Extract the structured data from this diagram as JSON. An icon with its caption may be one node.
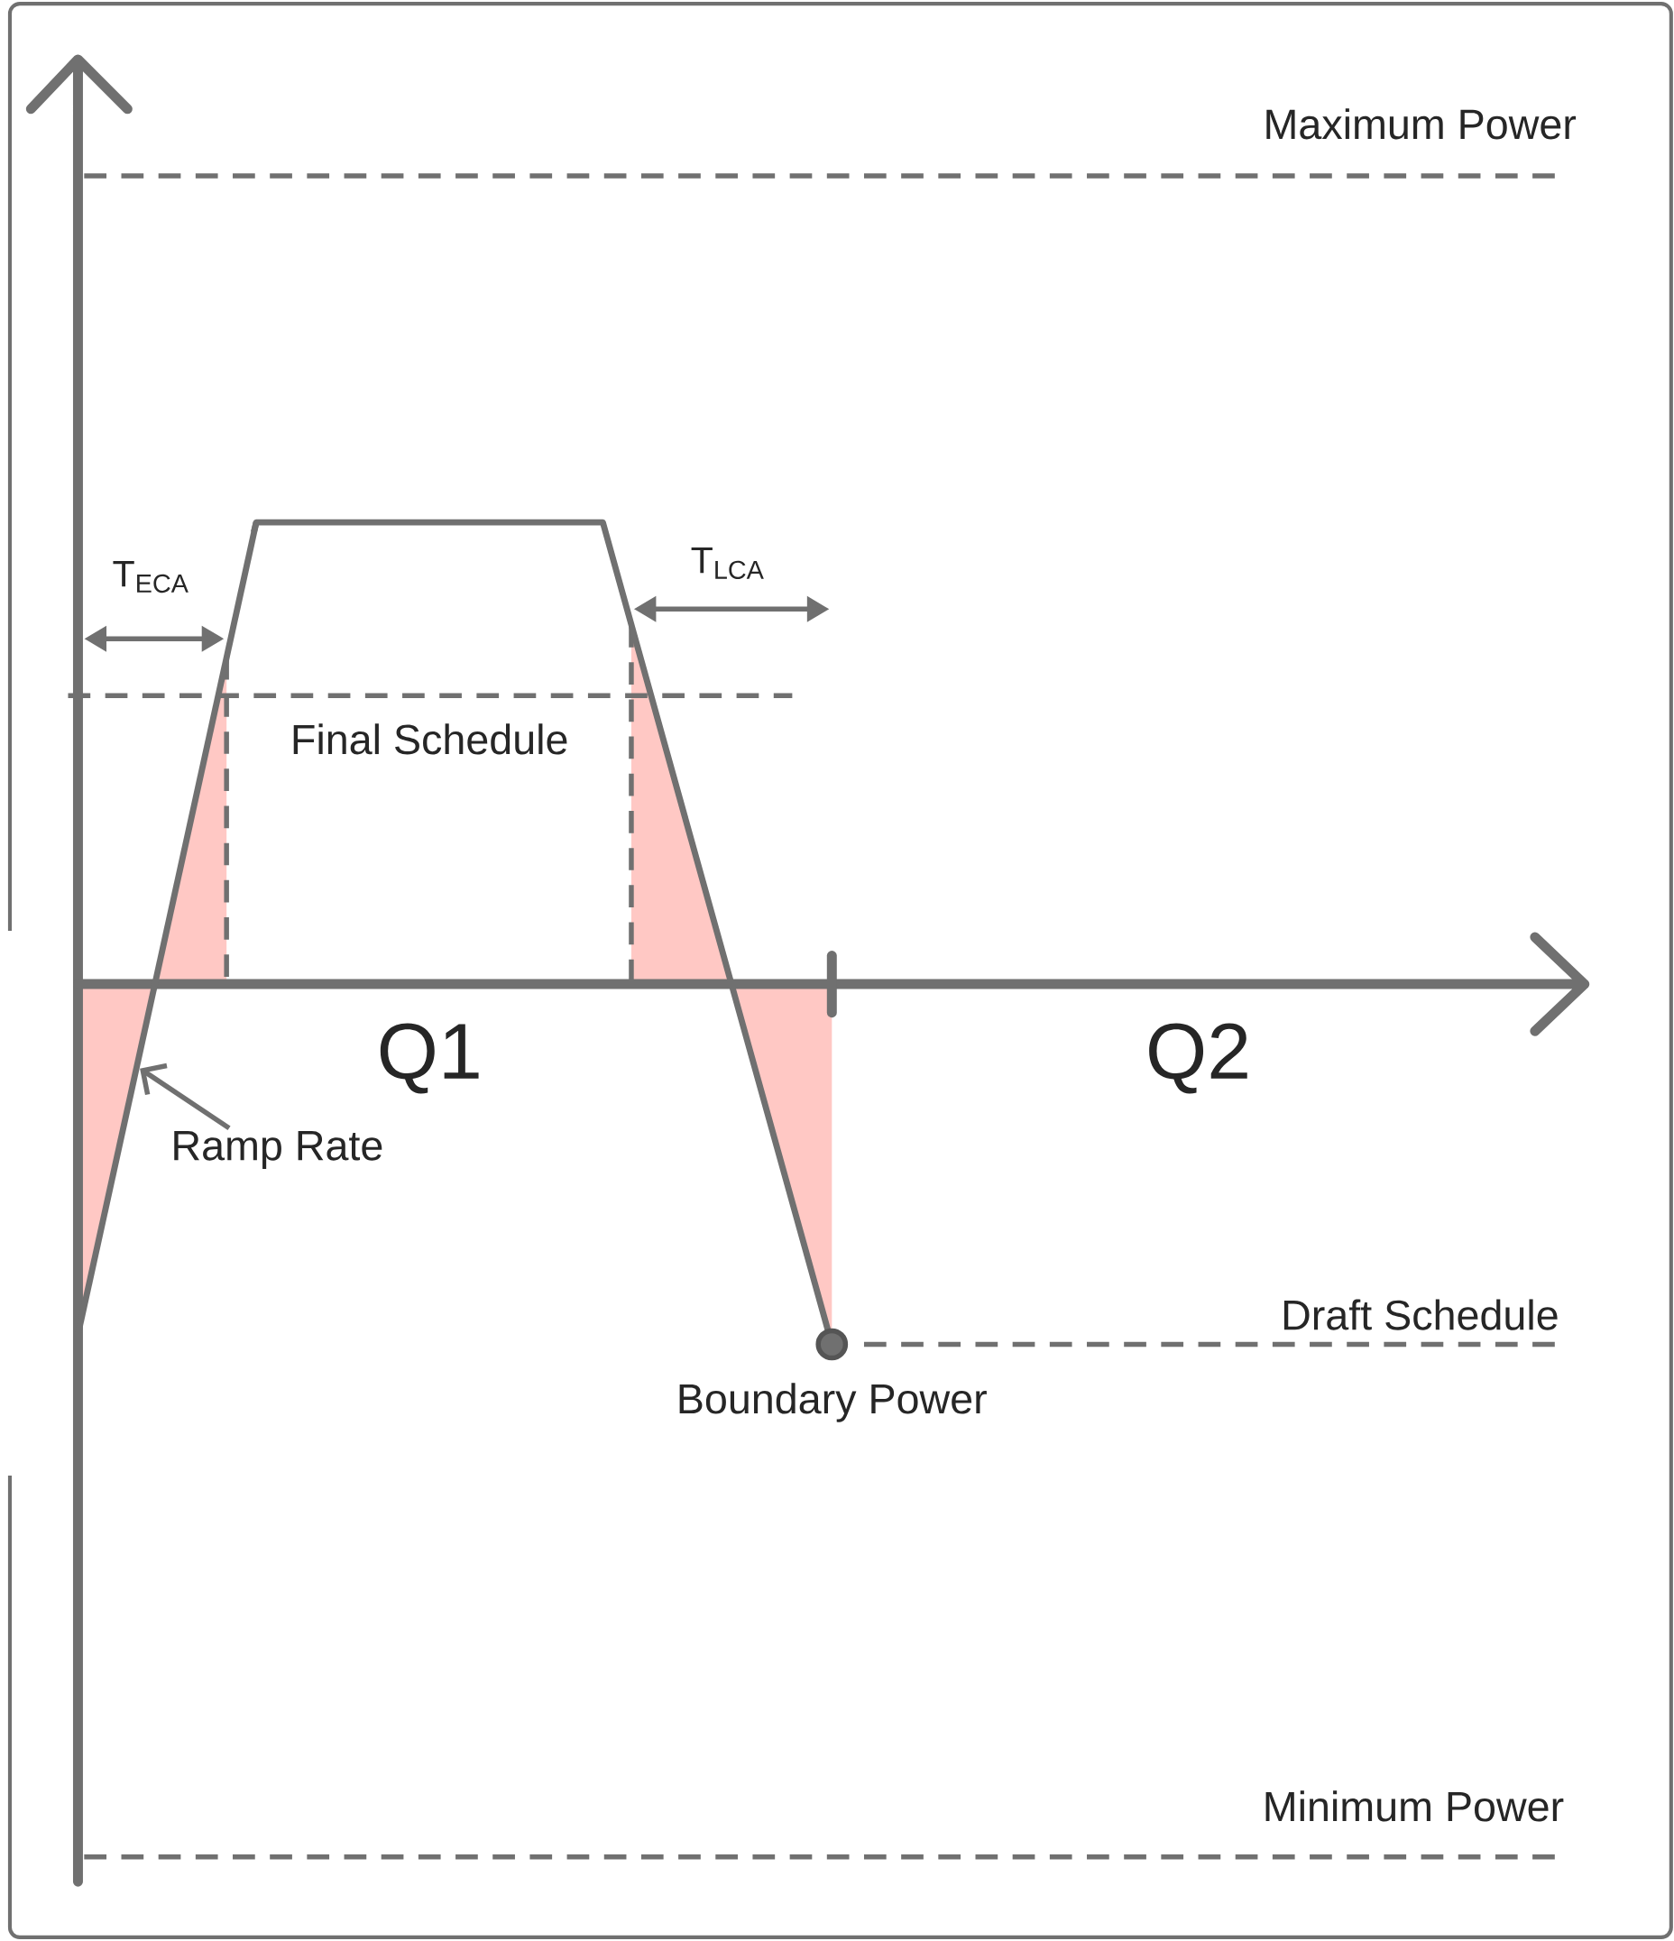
{
  "diagram": {
    "nodes": [
      {
        "text": [
          "Ramp Rate"
        ]
      },
      {
        "text": [],
        "shape": "line"
      }
    ],
    "edges": [
      {
        "from": 0,
        "to": 1,
        "arrow": "to"
      }
    ],
    "labels": [
      "Maximum Power",
      "T$_{ECA}$",
      "T$_{LCA}$",
      "Final Schedule",
      "Q1",
      "Q2",
      "Draft Schedule",
      "Boundary Power",
      "Minimum Power"
    ]
  }
}
